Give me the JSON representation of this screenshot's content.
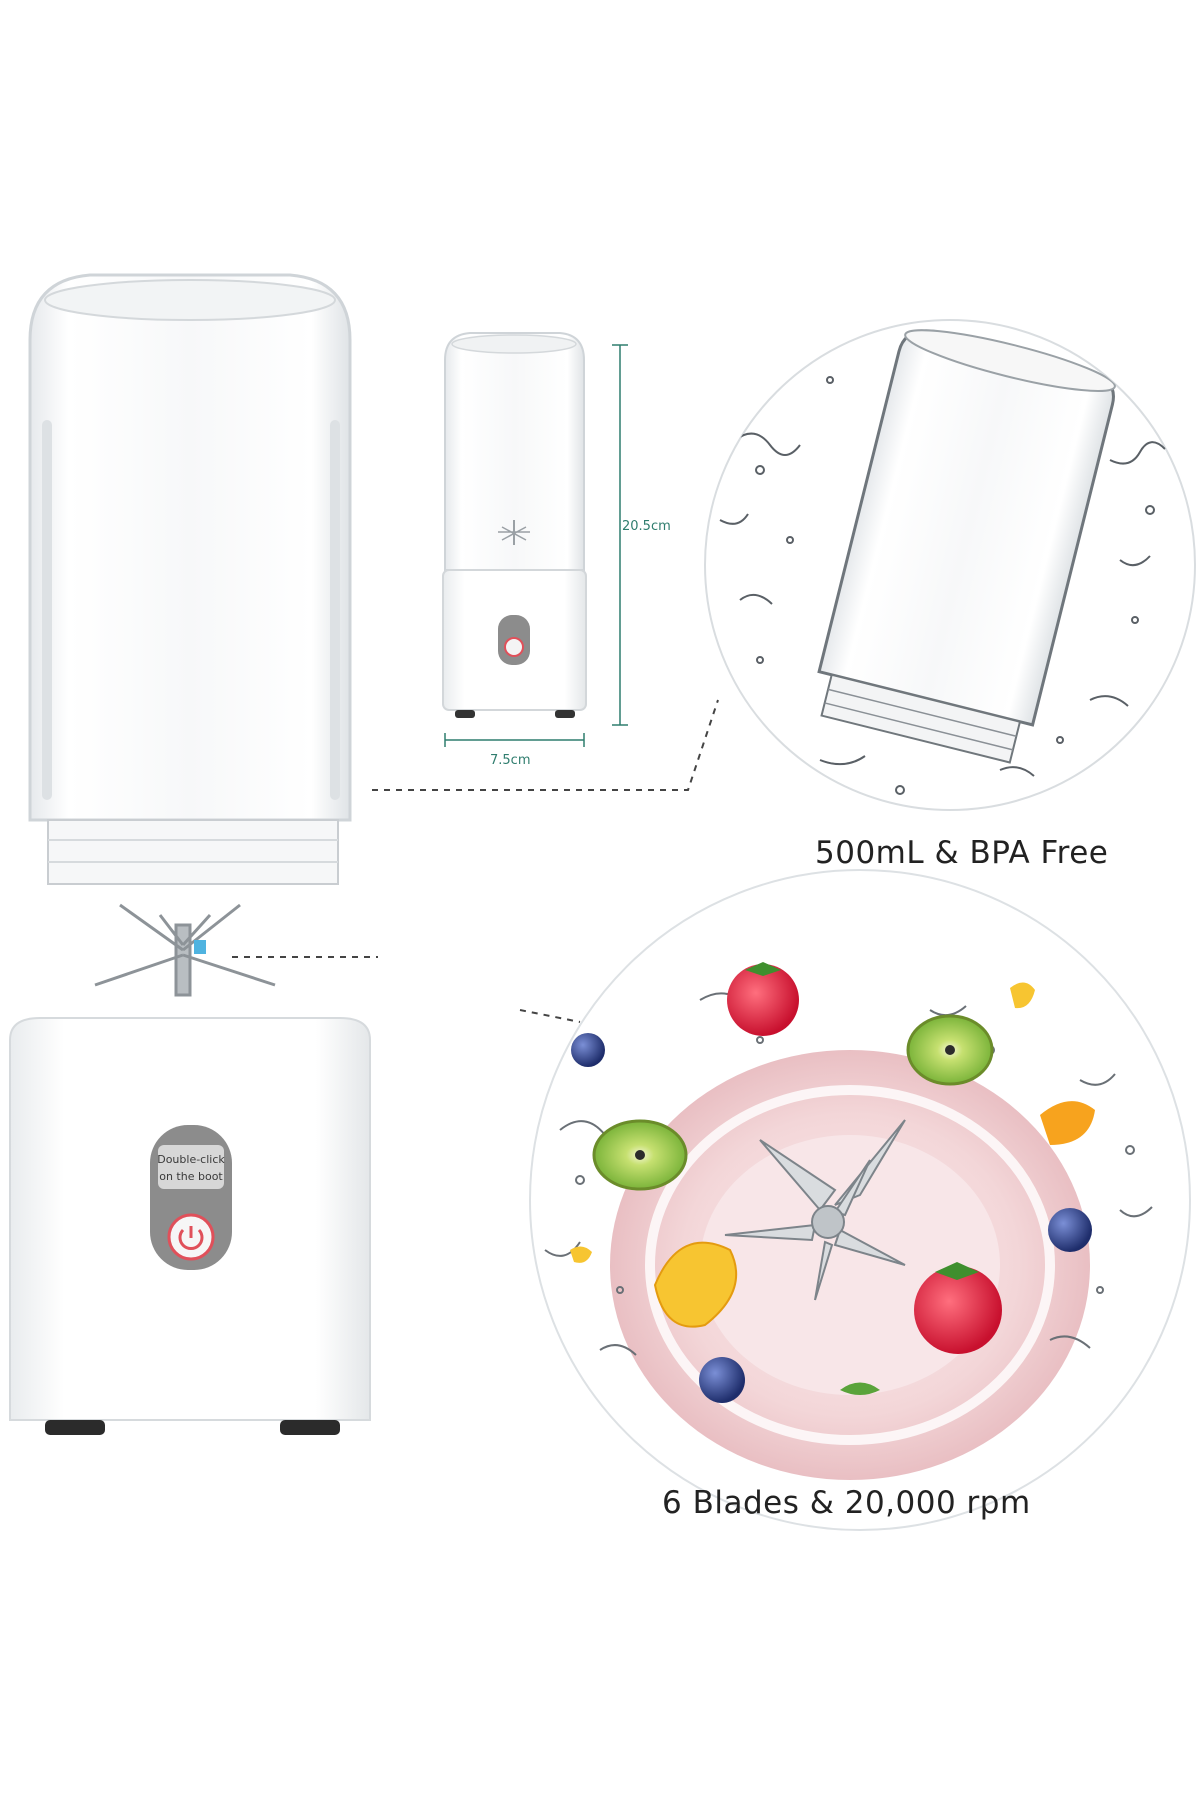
{
  "labels": {
    "height_dimension": "20.5cm",
    "width_dimension": "7.5cm",
    "button_line_1": "Double-click",
    "button_line_2": "on the boot"
  },
  "captions": {
    "capacity": "500mL & BPA Free",
    "blades": "6 Blades & 20,000 rpm"
  },
  "colors": {
    "dimension_line": "#2f7d6e",
    "power_button_ring": "#e0505a",
    "button_pad": "#8c8c8c",
    "bowl_pink": "#f3d6d8"
  }
}
